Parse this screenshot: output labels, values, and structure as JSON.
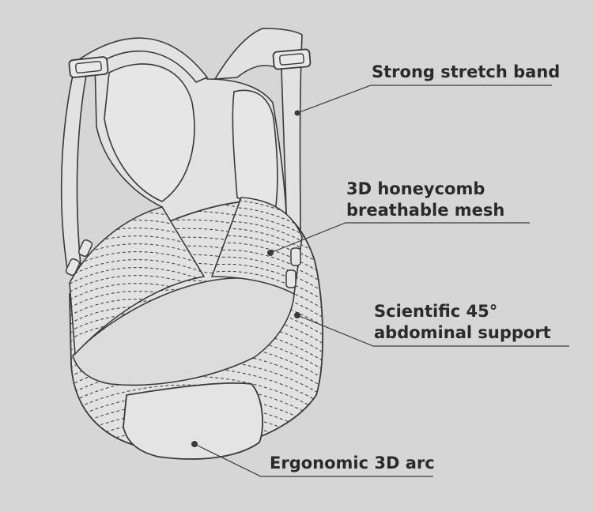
{
  "colors": {
    "background": "#d6d6d6",
    "line": "#3a3a3a",
    "fill": "#e2e2e2",
    "text": "#2a2a2a"
  },
  "callouts": [
    {
      "id": "stretch",
      "lines": [
        "Strong stretch band"
      ]
    },
    {
      "id": "mesh",
      "lines": [
        "3D honeycomb",
        "breathable mesh"
      ]
    },
    {
      "id": "support",
      "lines": [
        "Scientific 45°",
        "abdominal support"
      ]
    },
    {
      "id": "arc",
      "lines": [
        "Ergonomic 3D arc"
      ]
    }
  ]
}
